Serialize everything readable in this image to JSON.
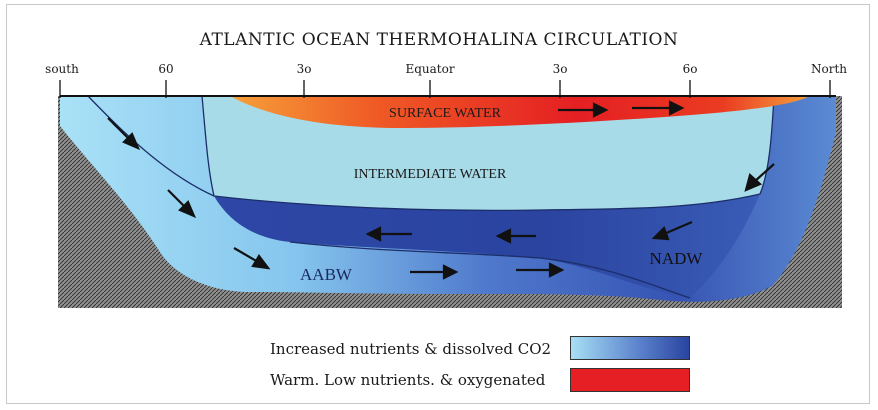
{
  "title": "ATLANTIC OCEAN THERMOHALINA CIRCULATION",
  "latitude_labels": [
    "south",
    "60",
    "3o",
    "Equator",
    "3o",
    "6o",
    "North"
  ],
  "water_masses": {
    "surface": "SURFACE WATER",
    "intermediate": "INTERMEDIATE WATER",
    "aabw": "AABW",
    "nadw": "NADW"
  },
  "legend": [
    {
      "label": "Increased nutrients & dissolved CO2",
      "color": "#3b5cb8"
    },
    {
      "label": "Warm. Low nutrients. & oxygenated",
      "color": "#e51f23"
    }
  ],
  "colors": {
    "surface_warm": "#e51f23",
    "surface_orange": "#f6a03a",
    "intermediate": "#a8dbe8",
    "deep_light": "#9fd9f2",
    "deep_dark": "#2a44a0",
    "seafloor": "#9a9a9a"
  }
}
